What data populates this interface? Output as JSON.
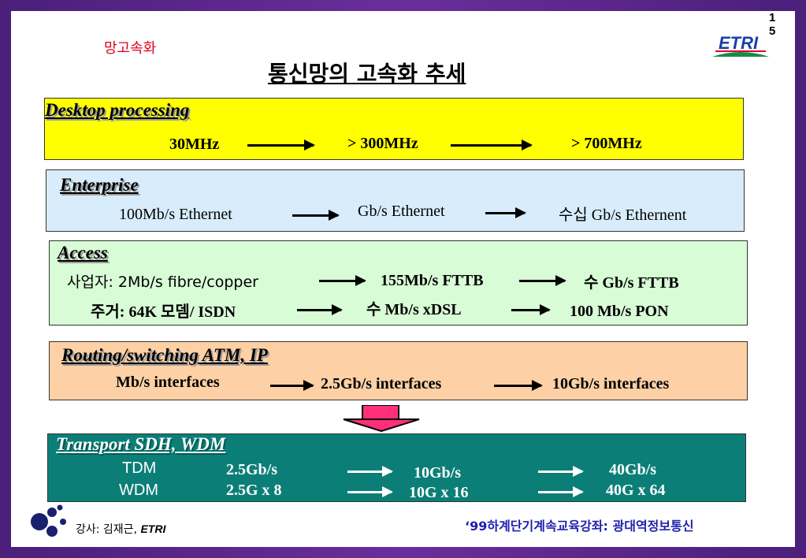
{
  "page_number": [
    "1",
    "5"
  ],
  "top_tag": "망고속화",
  "title": "통신망의 고속화 추세",
  "logo_text": "ETRI",
  "desktop": {
    "title": "Desktop processing",
    "items": [
      "30MHz",
      "> 300MHz",
      "> 700MHz"
    ],
    "bg": "#ffff00"
  },
  "enterprise": {
    "title": "Enterprise",
    "items": [
      "100Mb/s Ethernet",
      "Gb/s Ethernet",
      "수십 Gb/s Ethernent"
    ],
    "bg": "#d8ecfb"
  },
  "access": {
    "title": "Access",
    "row1": [
      "사업자:  2Mb/s fibre/copper",
      "155Mb/s FTTB",
      "수 Gb/s FTTB"
    ],
    "row2": [
      "주거: 64K 모뎀/ ISDN",
      "수 Mb/s xDSL",
      "100 Mb/s PON"
    ],
    "bg": "#d8fcd6"
  },
  "routing": {
    "title": "Routing/switching ATM, IP",
    "items": [
      "Mb/s interfaces",
      "2.5Gb/s interfaces",
      "10Gb/s interfaces"
    ],
    "bg": "#fdd0a6"
  },
  "transport": {
    "title": "Transport SDH, WDM",
    "tdm": [
      "TDM",
      "2.5Gb/s",
      "10Gb/s",
      "40Gb/s"
    ],
    "wdm": [
      "WDM",
      "2.5G x 8",
      "10G x 16",
      "40G x 64"
    ],
    "bg": "#0b7f77"
  },
  "footer": {
    "lecturer_prefix": "강사: 김재근, ",
    "lecturer_org": "ETRI",
    "course": "‘99하계단기계속교육강좌: 광대역정보통신"
  },
  "colors": {
    "accent_red": "#e0001e",
    "down_arrow": "#ff2f7a",
    "footer_blue": "#1f1fb0"
  }
}
